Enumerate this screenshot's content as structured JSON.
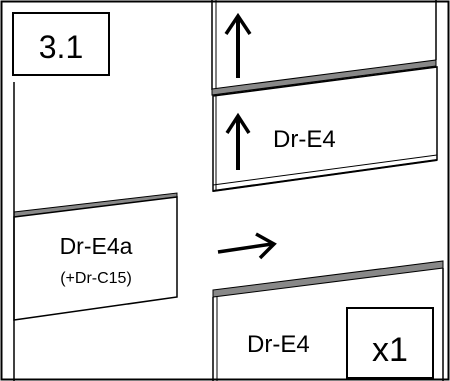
{
  "step": "3.1",
  "multiplier": "x1",
  "panels": {
    "upper_right": {
      "label": "Dr-E4",
      "arrow": "up-arrow"
    },
    "top_right": {
      "arrow": "up-arrow"
    },
    "left": {
      "label": "Dr-E4a",
      "sublabel": "(+Dr-C15)"
    },
    "lower_right": {
      "label": "Dr-E4"
    },
    "center": {
      "arrow": "right-arrow"
    }
  }
}
